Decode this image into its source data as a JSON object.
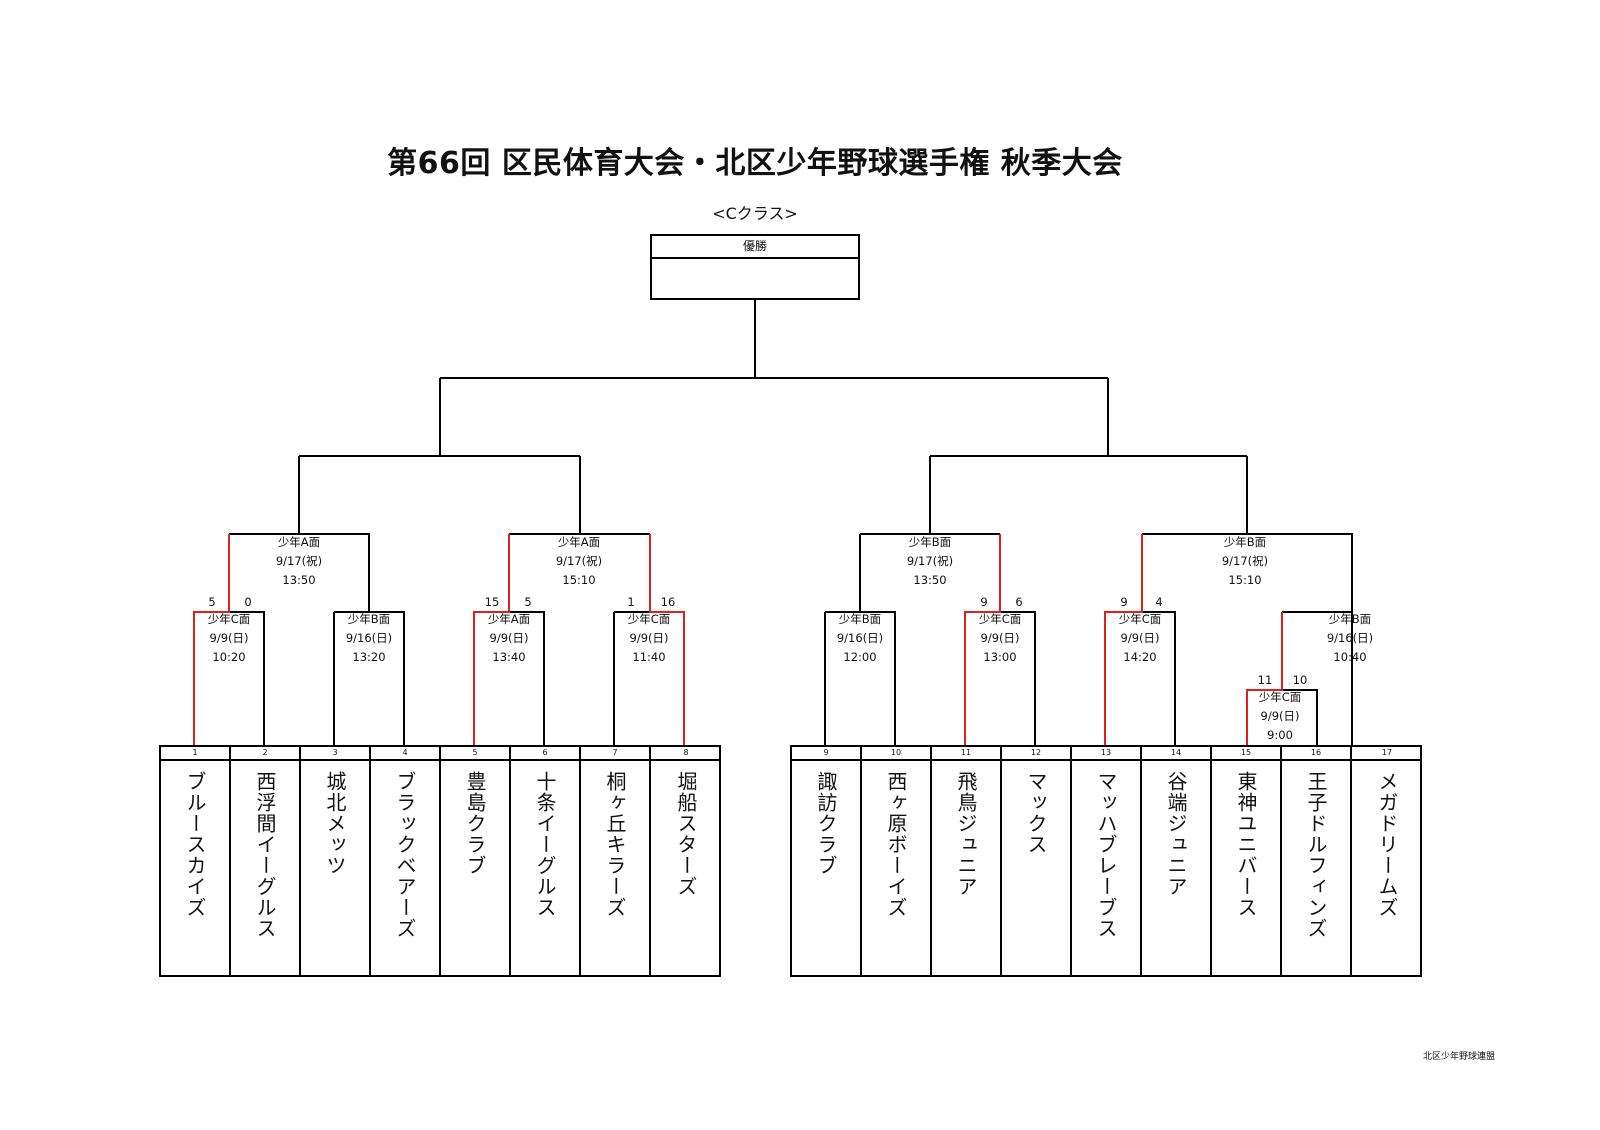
{
  "title": "第66回 区民体育大会・北区少年野球選手権 秋季大会",
  "class_label": "<Cクラス>",
  "champion_label": "優勝",
  "footer": "北区少年野球連盟",
  "colors": {
    "winner_line": "#e0201f",
    "line": "#000000"
  },
  "teams": [
    {
      "num": "1",
      "name": "ブルースカイズ"
    },
    {
      "num": "2",
      "name": "西浮間イーグルス"
    },
    {
      "num": "3",
      "name": "城北メッツ"
    },
    {
      "num": "4",
      "name": "ブラックベアーズ"
    },
    {
      "num": "5",
      "name": "豊島クラブ"
    },
    {
      "num": "6",
      "name": "十条イーグルス"
    },
    {
      "num": "7",
      "name": "桐ヶ丘キラーズ"
    },
    {
      "num": "8",
      "name": "堀船スターズ"
    },
    {
      "num": "9",
      "name": "諏訪クラブ"
    },
    {
      "num": "10",
      "name": "西ヶ原ボーイズ"
    },
    {
      "num": "11",
      "name": "飛鳥ジュニア"
    },
    {
      "num": "12",
      "name": "マックス"
    },
    {
      "num": "13",
      "name": "マッハブレーブス"
    },
    {
      "num": "14",
      "name": "谷端ジュニア"
    },
    {
      "num": "15",
      "name": "東神ユニバース"
    },
    {
      "num": "16",
      "name": "王子ドルフィンズ"
    },
    {
      "num": "17",
      "name": "メガドリームズ"
    }
  ],
  "matches": [
    {
      "venue": "少年C面",
      "date": "9/9(日)",
      "time": "10:20",
      "score_left": "5",
      "score_right": "0"
    },
    {
      "venue": "少年B面",
      "date": "9/16(日)",
      "time": "13:20"
    },
    {
      "venue": "少年A面",
      "date": "9/9(日)",
      "time": "13:40",
      "score_left": "15",
      "score_right": "5"
    },
    {
      "venue": "少年C面",
      "date": "9/9(日)",
      "time": "11:40",
      "score_left": "1",
      "score_right": "16"
    },
    {
      "venue": "少年B面",
      "date": "9/16(日)",
      "time": "12:00"
    },
    {
      "venue": "少年C面",
      "date": "9/9(日)",
      "time": "13:00",
      "score_left": "9",
      "score_right": "6"
    },
    {
      "venue": "少年C面",
      "date": "9/9(日)",
      "time": "14:20",
      "score_left": "9",
      "score_right": "4"
    },
    {
      "venue": "少年C面",
      "date": "9/9(日)",
      "time": "9:00",
      "score_left": "11",
      "score_right": "10"
    },
    {
      "venue": "少年B面",
      "date": "9/16(日)",
      "time": "10:40"
    },
    {
      "venue": "少年A面",
      "date": "9/17(祝)",
      "time": "13:50"
    },
    {
      "venue": "少年A面",
      "date": "9/17(祝)",
      "time": "15:10"
    },
    {
      "venue": "少年B面",
      "date": "9/17(祝)",
      "time": "13:50"
    },
    {
      "venue": "少年B面",
      "date": "9/17(祝)",
      "time": "15:10"
    }
  ]
}
